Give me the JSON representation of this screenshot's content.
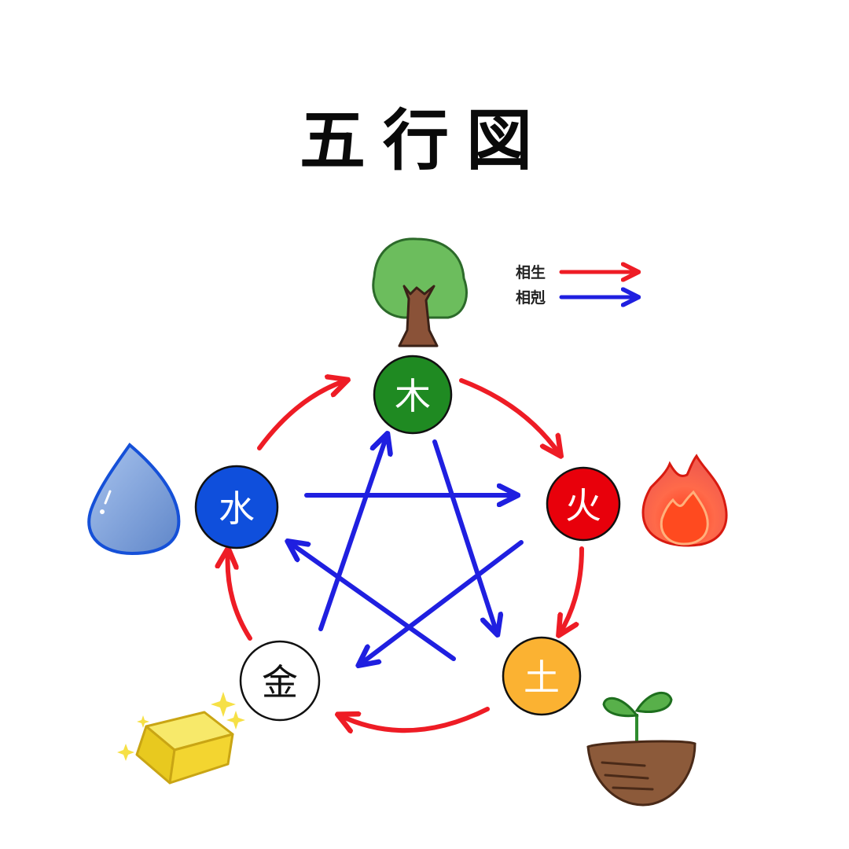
{
  "title": "五行図",
  "legend": {
    "generating": {
      "label": "相生",
      "color": "#ee1c25"
    },
    "overcoming": {
      "label": "相剋",
      "color": "#1f1fe0"
    }
  },
  "elements": [
    {
      "label": "木",
      "color": "#1f8a22",
      "text_color": "#ffffff",
      "icon": "tree-icon"
    },
    {
      "label": "火",
      "color": "#e8000b",
      "text_color": "#ffffff",
      "icon": "flame-icon"
    },
    {
      "label": "土",
      "color": "#fbb232",
      "text_color": "#ffffff",
      "icon": "sprout-pot-icon"
    },
    {
      "label": "金",
      "color": "#ffffff",
      "text_color": "#111111",
      "icon": "gold-bar-icon"
    },
    {
      "label": "水",
      "color": "#0f4fdc",
      "text_color": "#ffffff",
      "icon": "water-drop-icon"
    }
  ]
}
